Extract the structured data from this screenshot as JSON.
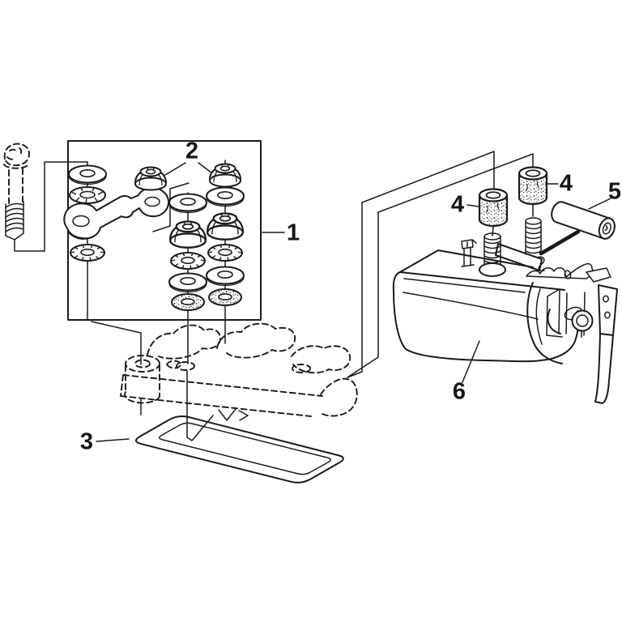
{
  "page": {
    "background": "#ffffff",
    "line_color": "#1a1a1a"
  },
  "callouts": {
    "c1": "1",
    "c2": "2",
    "c3": "3",
    "c4a": "4",
    "c4b": "4",
    "c5": "5",
    "c6": "6"
  }
}
